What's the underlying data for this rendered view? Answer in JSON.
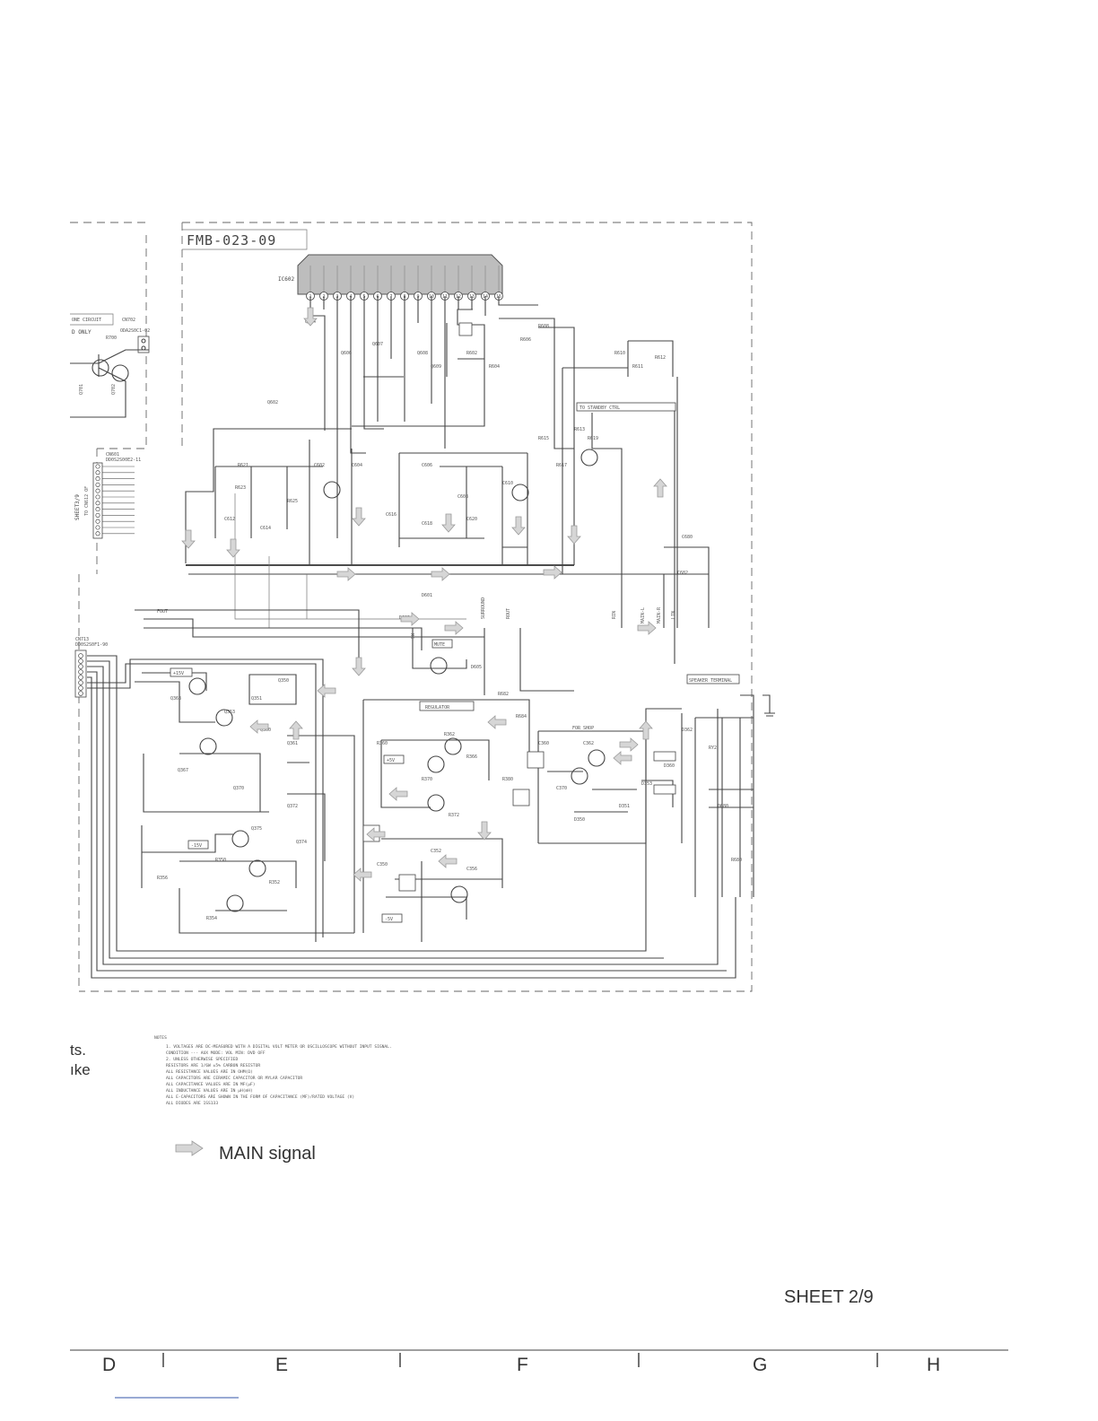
{
  "module": {
    "title": "FMB-023-09",
    "ic_ref": "IC602",
    "sheet_ref_vertical": "SHEET3/9",
    "sheet_ref_sub": "TO CN612 OF",
    "connector_top": "CN702",
    "connector_mid": "CN601",
    "connector_low": "CN713",
    "connector_top_part": "ODA2S0C1-02",
    "connector_mid_part": "DD0S2S00E2-11",
    "connector_low_part": "DD0S2S0F1-90"
  },
  "ic_pins": [
    "1",
    "2",
    "3",
    "4",
    "5",
    "6",
    "7",
    "8",
    "9",
    "10",
    "11",
    "12",
    "13",
    "14",
    "15"
  ],
  "left_labels": [
    "ONE CIRCUIT",
    "D ONLY",
    "R700",
    "Q701",
    "Q702"
  ],
  "boxed_labels": {
    "standby": "TO STANDBY CTRL",
    "regulator": "REGULATOR",
    "speaker": "SPEAKER TERMINAL",
    "for_shop": "FOR SHOP",
    "mute": "MUTE",
    "pos15v": "+15V",
    "neg15v": "-15V",
    "pos5v": "+5V",
    "neg5v": "-5V"
  },
  "part_labels": [
    "Q602",
    "Q604",
    "Q606",
    "Q607",
    "Q608",
    "Q609",
    "R602",
    "R604",
    "R606",
    "R608",
    "R610",
    "R611",
    "R612",
    "R613",
    "R615",
    "R617",
    "R619",
    "R621",
    "R623",
    "R625",
    "C602",
    "C604",
    "C606",
    "C608",
    "C610",
    "C612",
    "C614",
    "C616",
    "C618",
    "C620",
    "D601",
    "D603",
    "D605",
    "Q350",
    "Q351",
    "Q353",
    "Q360",
    "Q361",
    "Q363",
    "Q367",
    "Q370",
    "Q372",
    "Q374",
    "Q375",
    "R350",
    "R352",
    "R354",
    "R356",
    "R360",
    "R362",
    "R366",
    "R370",
    "R372",
    "R380",
    "C350",
    "C352",
    "C356",
    "C360",
    "C362",
    "C370",
    "D350",
    "D351",
    "D353",
    "D360",
    "D362",
    "RY2",
    "Q680",
    "R680",
    "R682",
    "R684",
    "C680",
    "C682"
  ],
  "signal_labels": [
    "FOUT",
    "ROUT",
    "SURROUND",
    "SW",
    "MAIN-L",
    "MAIN-R",
    "RIN",
    "LIN"
  ],
  "notes": {
    "heading": "NOTES",
    "lines": [
      "1. VOLTAGES ARE DC-MEASURED WITH A DIGITAL VOLT METER OR OSCILLOSCOPE WITHOUT INPUT SIGNAL.",
      "   CONDITION --- AUX MODE: VOL MIN: DVD OFF",
      "2. UNLESS OTHERWISE SPECIFIED",
      "   RESISTORS ARE 1/6W ±5% CARBON RESISTOR",
      "   ALL RESISTANCE VALUES ARE IN OHM(Ω)",
      "   ALL CAPACITORS ARE CERAMIC CAPACITOR OR MYLAR CAPACITOR",
      "   ALL CAPACITANCE VALUES ARE IN MF(μF)",
      "   ALL INDUCTANCE VALUES ARE IN μH(mH)",
      "   ALL E-CAPACITORS ARE SHOWN IN THE FORM OF CAPACITANCE (MF)/RATED VOLTAGE (V)",
      "   ALL DIODES ARE 1SS133"
    ]
  },
  "cut_text": [
    "ts.",
    "ıke"
  ],
  "legend": {
    "label": "MAIN signal"
  },
  "sheet": {
    "label": "SHEET 2/9"
  },
  "columns": [
    "D",
    "E",
    "F",
    "G",
    "H"
  ],
  "colors": {
    "line": "#444444",
    "arrow_fill": "#d6d6d6",
    "ic_fill": "#bdbdbd",
    "background": "#ffffff"
  }
}
